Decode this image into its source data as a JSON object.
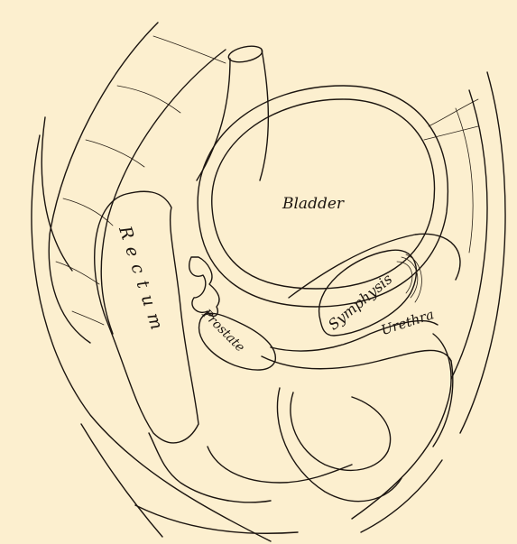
{
  "labels": {
    "bladder": "Bladder",
    "rectum": "Rectum",
    "symphysis": "Symphysis",
    "prostate": "Prostate",
    "urethra": "Urethra"
  },
  "colors": {
    "paper": "#fcefcf",
    "ink": "#1c1510"
  }
}
